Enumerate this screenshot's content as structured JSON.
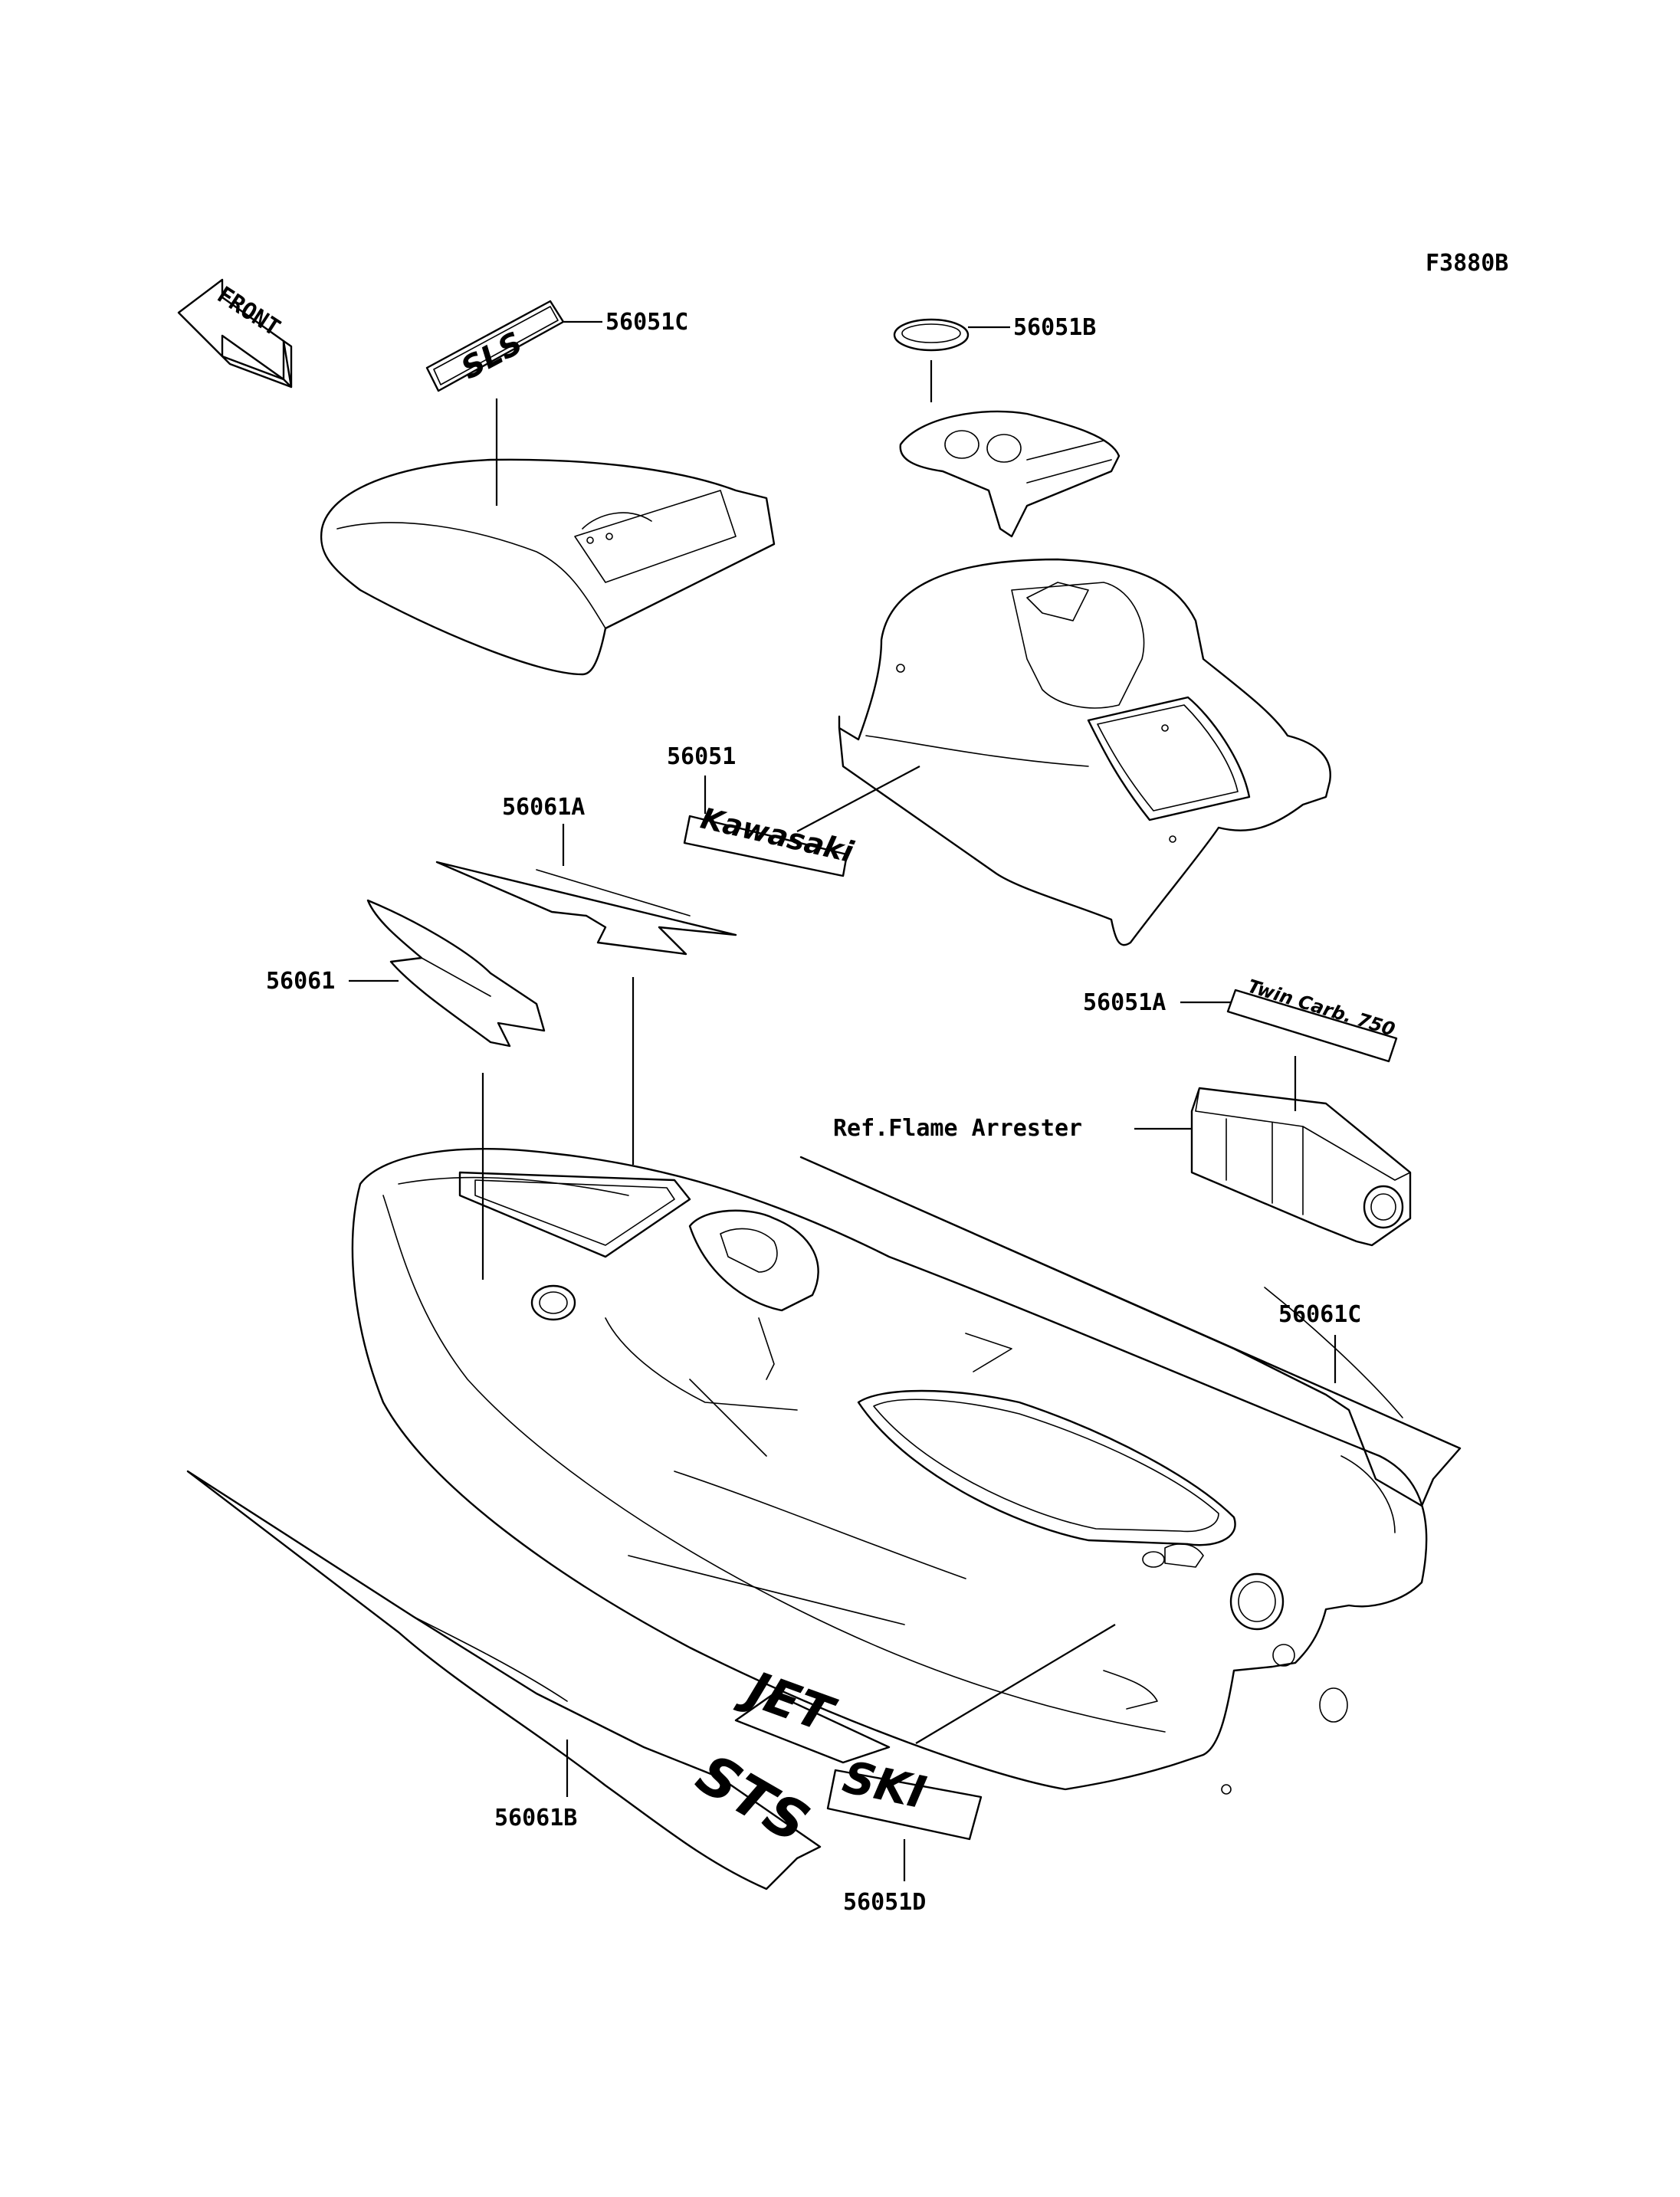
{
  "figure_code": "F3880B",
  "front_arrow": {
    "label": "FRONT"
  },
  "reference": {
    "text": "Ref.Flame Arrester"
  },
  "parts": [
    {
      "id": "56051C",
      "label": "56051C"
    },
    {
      "id": "56051B",
      "label": "56051B"
    },
    {
      "id": "56051",
      "label": "56051"
    },
    {
      "id": "56061A",
      "label": "56061A"
    },
    {
      "id": "56061",
      "label": "56061"
    },
    {
      "id": "56051A",
      "label": "56051A"
    },
    {
      "id": "56061C",
      "label": "56061C"
    },
    {
      "id": "56061B",
      "label": "56061B"
    },
    {
      "id": "56051D",
      "label": "56051D"
    }
  ],
  "decals": {
    "sts_small": "SLS",
    "kawasaki": "Kawasaki",
    "twin_carb": "Twin Carb. 750",
    "jet": "JET",
    "ski": "SKI",
    "sts_side": "STS"
  }
}
